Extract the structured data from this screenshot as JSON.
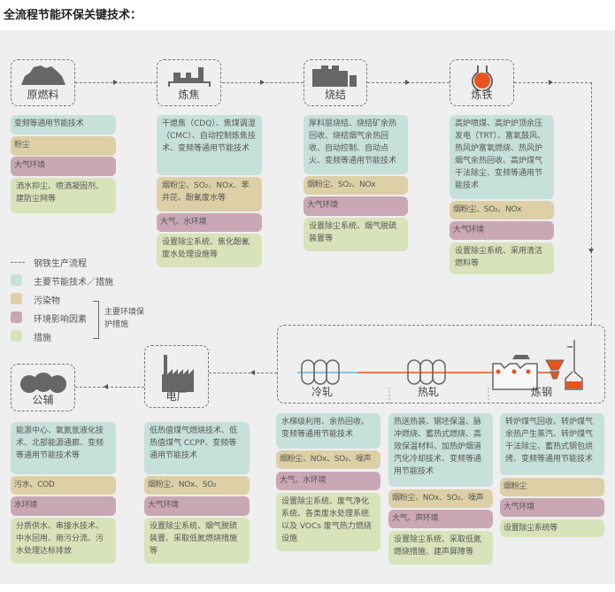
{
  "title": "全流程节能环保关键技术：",
  "colors": {
    "energy": "#c6e0da",
    "pollutant": "#ddd0a6",
    "impact": "#c9a7b4",
    "measure": "#d9e3ba",
    "hot": "#e8541c",
    "cold": "#6fb3d9"
  },
  "nodes": {
    "raw": "原燃料",
    "coking": "炼焦",
    "sinter": "烧结",
    "iron": "炼铁",
    "cold": "冷轧",
    "hot": "热轧",
    "steel": "炼钢",
    "power": "电厂",
    "utility": "公辅"
  },
  "legend": {
    "flow": "钢铁生产流程",
    "energy": "主要节能技术／措施",
    "pollutant": "污染物",
    "impact": "环境影响因素",
    "measure": "措施",
    "bracket": "主要环境保护措施"
  },
  "cards": [
    {
      "id": "raw",
      "items": [
        "变频等通用节能技术",
        "粉尘",
        "大气环境",
        "洒水抑尘、喷洒凝固剂、建防尘网等"
      ]
    },
    {
      "id": "coking",
      "items": [
        "干熄焦（CDQ）、焦煤调湿（CMC）、自动控制炼焦技术、变频等通用节能技术",
        "烟粉尘、SO₂、NOx、苯并芘、酚氰废水等",
        "大气、水环境",
        "设置除尘系统、焦化酚氰废水处理设施等"
      ]
    },
    {
      "id": "sinter",
      "items": [
        "厚料层烧结、烧结矿余热回收、烧结烟气余热回收、自动控制、自动点火、变频等通用节能技术",
        "烟粉尘、SO₂、NOx",
        "大气环境",
        "设置除尘系统、烟气脱硫装置等"
      ]
    },
    {
      "id": "iron",
      "items": [
        "高炉喷煤、高炉炉顶余压发电（TRT）、富氧鼓风、热风炉富氧燃烧、热风炉烟气余热回收、高炉煤气干法除尘、变频等通用节能技术",
        "烟粉尘、SO₂、NOx",
        "大气环境",
        "设置除尘系统、采用清洁燃料等"
      ]
    },
    {
      "id": "utility",
      "items": [
        "能源中心、氧氮氩液化技术、北部能源通廊、变频等通用节能技术等",
        "污水、COD",
        "水环境",
        "分质供水、串接水技术、中水回用、雨污分流、污水处理达标排放"
      ]
    },
    {
      "id": "power",
      "items": [
        "低热值煤气燃烧技术、低热值煤气 CCPP、变频等通用节能技术",
        "烟粉尘、NOx、SO₂",
        "大气环境",
        "设置除尘系统、烟气脱硫装置、采取低氮燃烧措施等"
      ]
    },
    {
      "id": "cold",
      "items": [
        "水梯级利用、余热回收、变频等通用节能技术",
        "烟粉尘、NOx、SO₂、噪声",
        "大气、水环境",
        "设置除尘系统、废气净化系统、各类废水处理系统以及 VOCs 废气热力燃烧设施"
      ]
    },
    {
      "id": "hot",
      "items": [
        "热送热装、钢坯保温、脉冲燃烧、蓄热式燃烧、高效保温材料、加热炉烟道汽化冷却技术、变频等通用节能技术",
        "烟粉尘、NOx、SO₂、噪声",
        "大气、声环境",
        "设置除尘系统、采取低氮燃烧措施、建声屏障等"
      ]
    },
    {
      "id": "steel",
      "items": [
        "转炉煤气回收、转炉煤气余热产生蒸汽、转炉煤气干法除尘、蓄热式钢包烘烤、变频等通用节能技术",
        "烟粉尘",
        "大气环境",
        "设置除尘系统等"
      ]
    }
  ]
}
